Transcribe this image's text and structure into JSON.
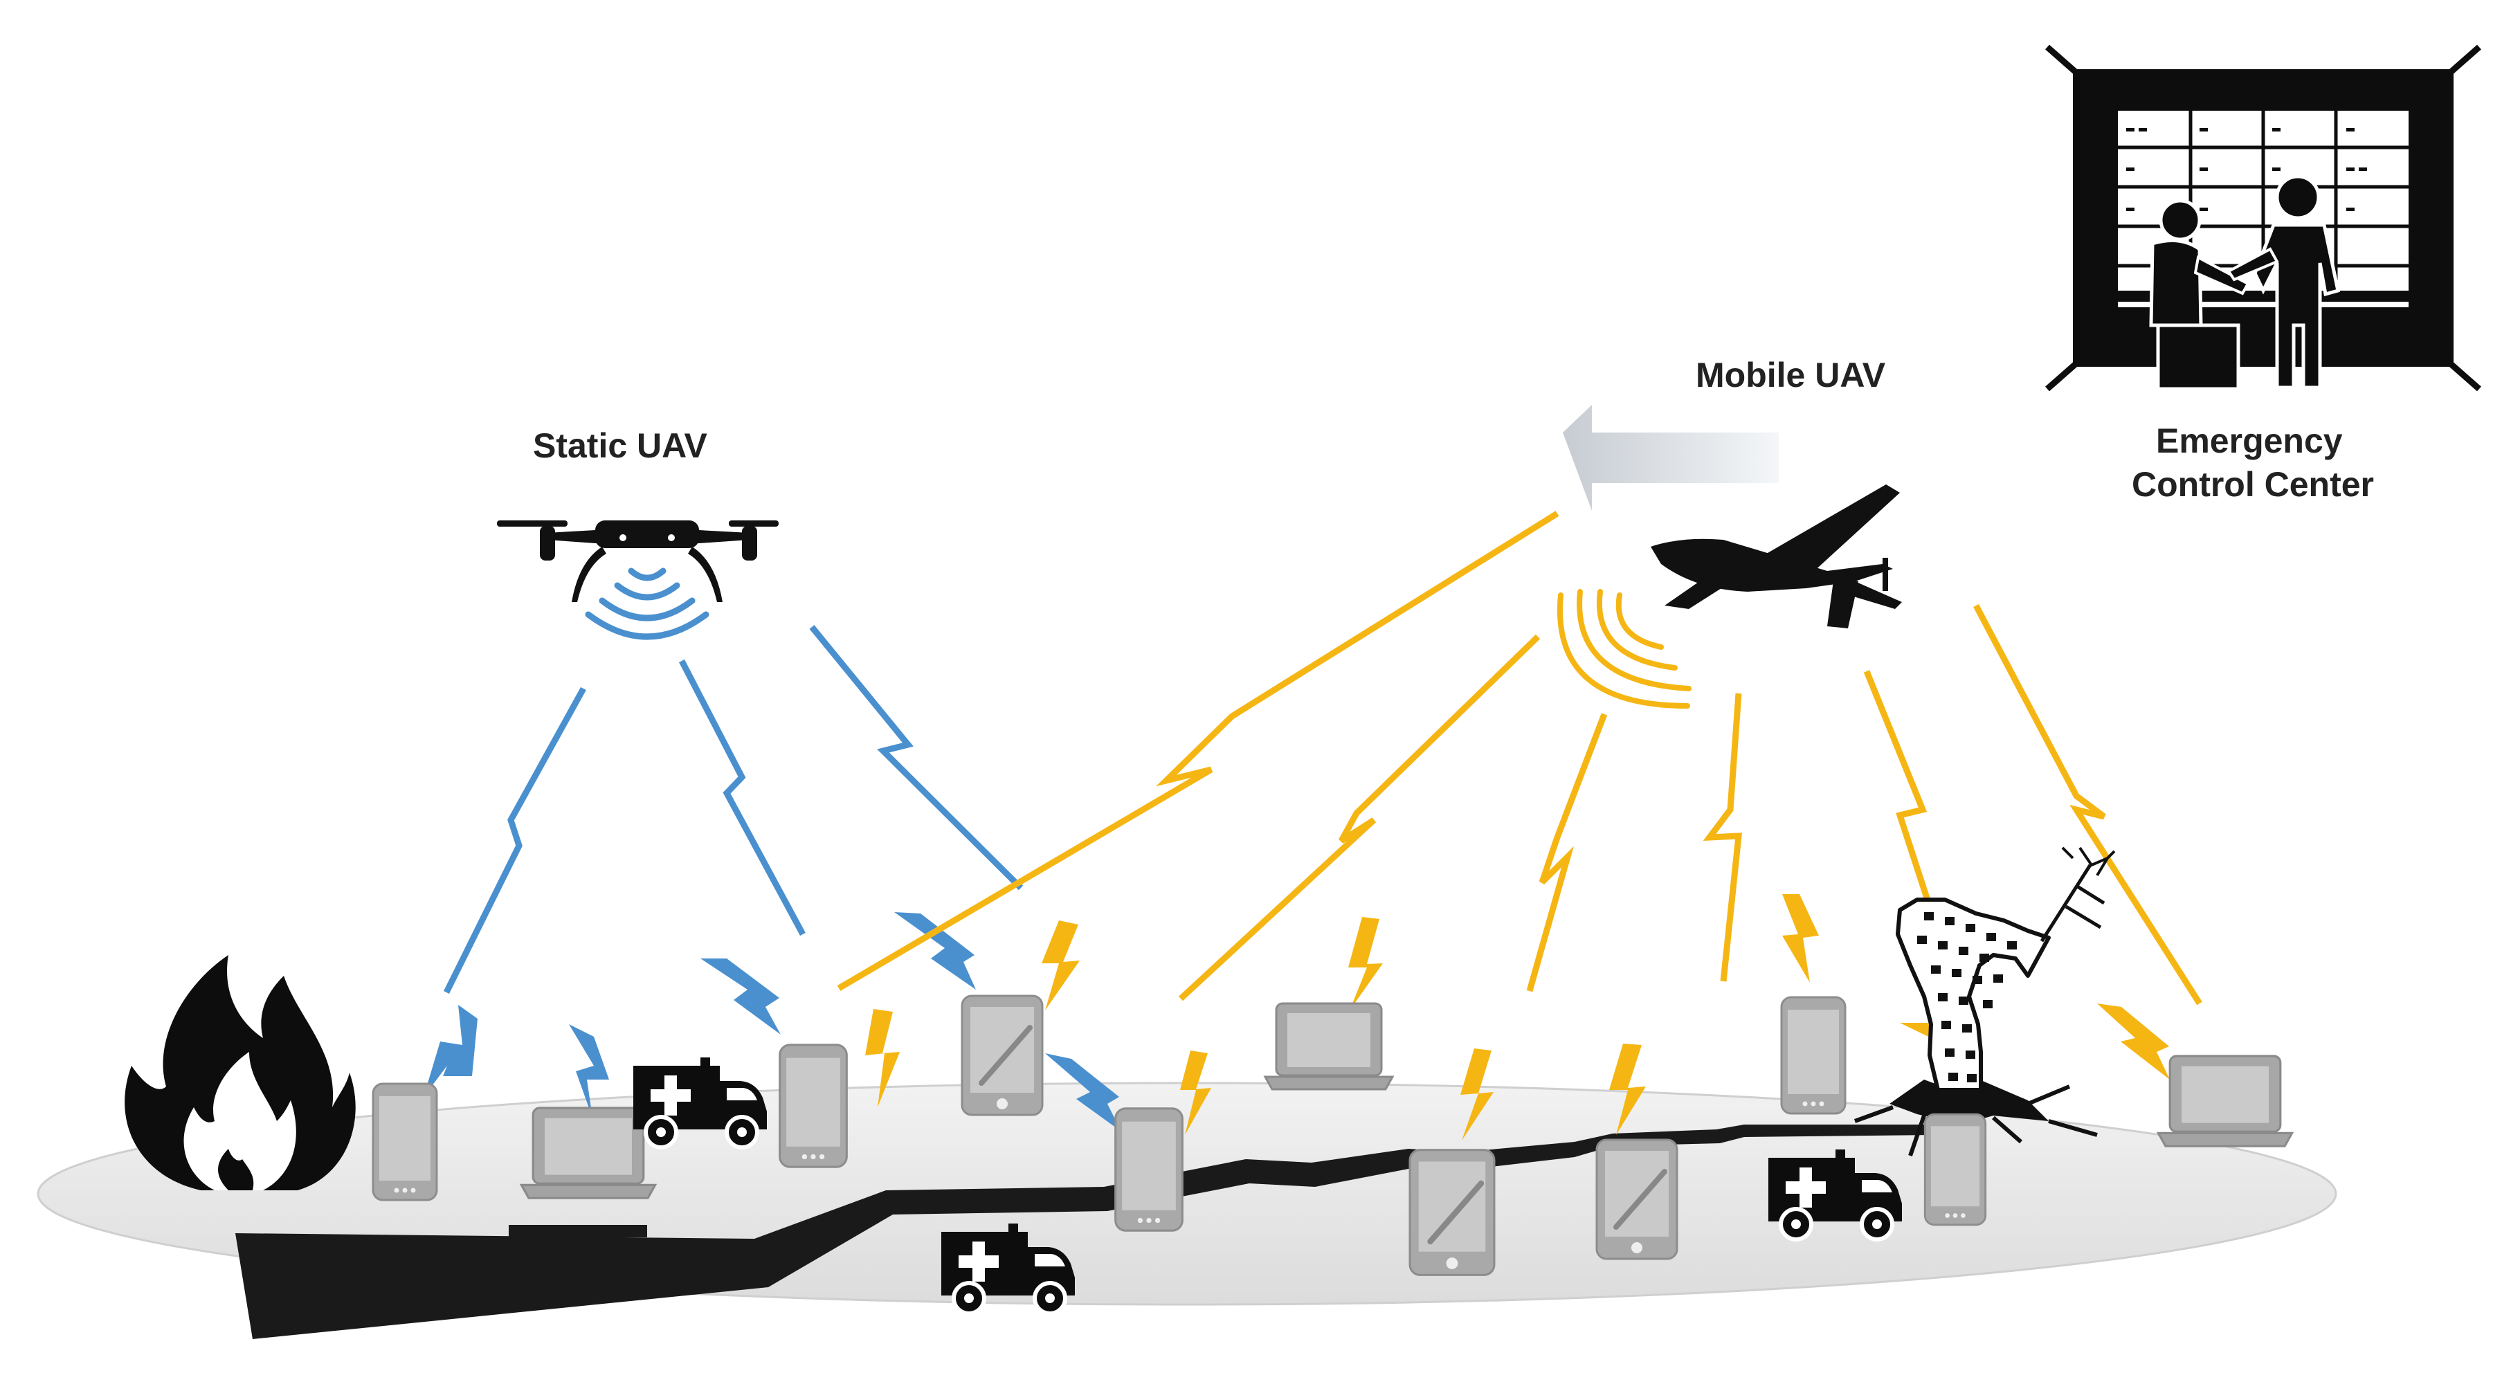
{
  "labels": {
    "static_uav": "Static UAV",
    "mobile_uav": "Mobile UAV",
    "control_center_line1": "Emergency",
    "control_center_line2": "Control Center"
  },
  "colors": {
    "static_link": "#4a90cf",
    "mobile_link": "#f5b614",
    "ground": "#e6e6e6",
    "road": "#1a1a1a",
    "device": "#a8a8a8",
    "icon": "#0d0d0d",
    "arrow": "#d9dde2"
  },
  "icons": [
    "quadcopter-icon",
    "fixed-wing-drone-icon",
    "control-room-icon",
    "fire-icon",
    "ambulance-icon",
    "smartphone-icon",
    "laptop-icon",
    "tablet-icon",
    "collapsed-building-icon",
    "signal-waves-icon",
    "left-arrow-icon"
  ]
}
